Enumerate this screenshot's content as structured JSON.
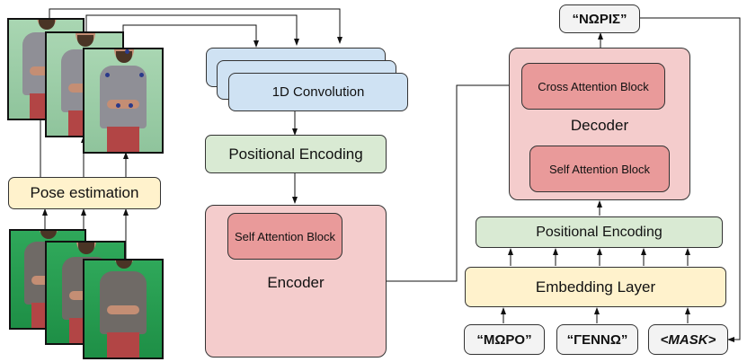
{
  "encoder_side": {
    "pose_estimation": "Pose estimation",
    "conv": "1D Convolution",
    "positional_encoding": "Positional Encoding",
    "self_attention": "Self Attention Block",
    "encoder": "Encoder"
  },
  "decoder_side": {
    "output_token": "“ΝΩΡΙΣ”",
    "cross_attention": "Cross Attention Block",
    "decoder": "Decoder",
    "self_attention": "Self Attention Block",
    "positional_encoding": "Positional Encoding",
    "embedding": "Embedding Layer",
    "input_tokens": [
      "“ΜΩΡΟ”",
      "“ΓΕΝΝΩ”",
      "<MASK>"
    ]
  },
  "colors": {
    "blue": "#cfe2f3",
    "green": "#d9ead3",
    "yellow": "#fff2cc",
    "pink": "#f4cccc",
    "red": "#e99a9a",
    "token": "#f3f3f3"
  }
}
